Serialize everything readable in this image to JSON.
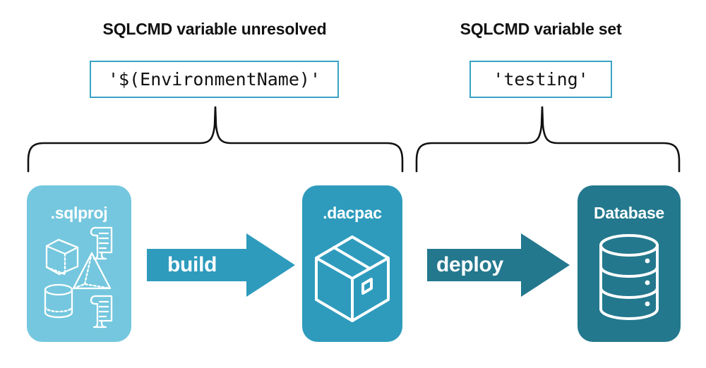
{
  "diagram": {
    "title_columns": [
      {
        "id": "left",
        "label": "SQLCMD variable unresolved"
      },
      {
        "id": "right",
        "label": "SQLCMD variable set"
      }
    ],
    "code_boxes": [
      {
        "id": "left",
        "value": "'$(EnvironmentName)'"
      },
      {
        "id": "right",
        "value": "'testing'"
      }
    ],
    "stages": [
      {
        "id": "sqlproj",
        "label": ".sqlproj",
        "fill": "#74C7DE",
        "icons": [
          "cube-wireframe-icon",
          "scroll-icon",
          "pyramid-wireframe-icon",
          "cylinder-wireframe-icon",
          "scroll-icon"
        ]
      },
      {
        "id": "dacpac",
        "label": ".dacpac",
        "fill": "#2E9BBD",
        "icons": [
          "package-box-icon"
        ]
      },
      {
        "id": "database",
        "label": "Database",
        "fill": "#23788D",
        "icons": [
          "database-cylinder-icon"
        ]
      }
    ],
    "arrows": [
      {
        "id": "build",
        "label": "build",
        "fill": "#2E9BBD"
      },
      {
        "id": "deploy",
        "label": "deploy",
        "fill": "#23788D"
      }
    ],
    "braces": [
      {
        "id": "left",
        "spans": [
          "sqlproj",
          "dacpac"
        ]
      },
      {
        "id": "right",
        "spans": [
          "dacpac",
          "database"
        ]
      }
    ],
    "colors": {
      "light_teal": "#74C7DE",
      "medium_teal": "#2E9BBD",
      "dark_teal": "#23788D",
      "code_border": "#3AA3C6",
      "text": "#111111",
      "background": "#FFFFFF"
    }
  }
}
